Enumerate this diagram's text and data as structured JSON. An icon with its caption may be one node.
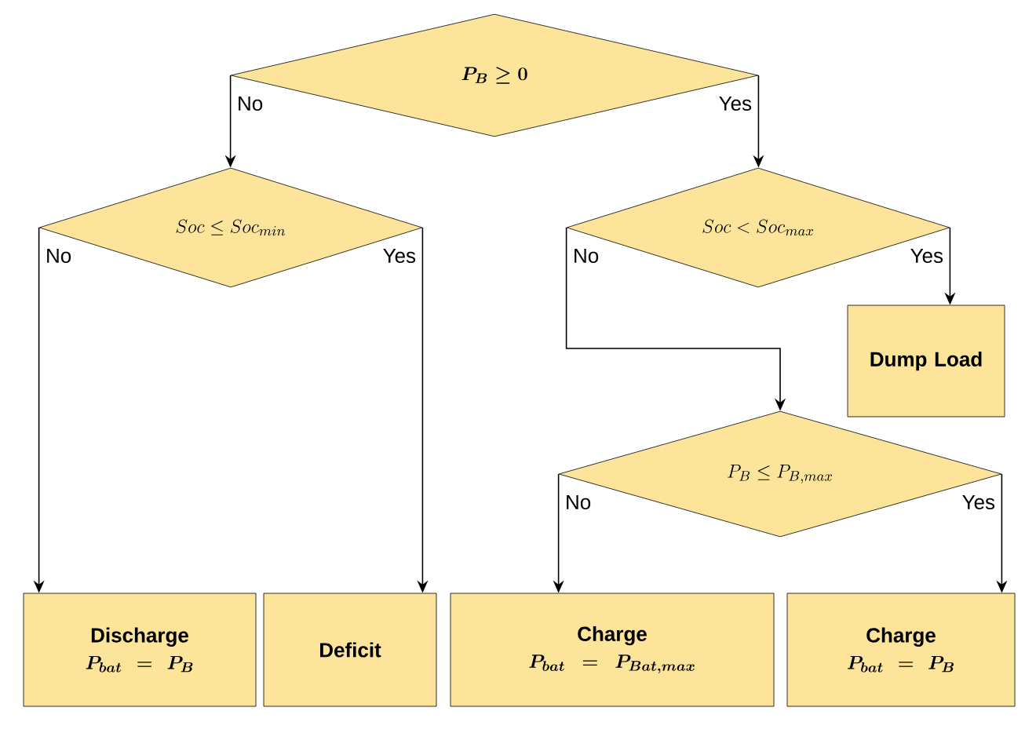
{
  "diagram": {
    "nodes": [
      {
        "text": [
          "P_B \\geq 0"
        ]
      },
      {
        "text": [
          "Soc \\leq Soc_{min}"
        ]
      },
      {
        "text": [
          "Soc < Soc_{max}"
        ]
      },
      {
        "text": [
          "Dump Load"
        ]
      },
      {
        "text": [
          "P_B \\leq P_{B,max}"
        ]
      },
      {
        "text": [
          "Discharge",
          "P_{bat} = P_B"
        ]
      },
      {
        "text": [
          "Deficit"
        ]
      },
      {
        "text": [
          "Charge",
          "P_{bat} = P_{Bat,max}"
        ]
      },
      {
        "text": [
          "Charge",
          "P_{bat} = P_B"
        ]
      }
    ],
    "edges": [
      {
        "from": 0,
        "to": 1,
        "arrow": "to",
        "label": "No"
      },
      {
        "from": 0,
        "to": 2,
        "arrow": "to",
        "label": "Yes"
      },
      {
        "from": 1,
        "to": 5,
        "arrow": "to",
        "label": "No"
      },
      {
        "from": 1,
        "to": 6,
        "arrow": "to",
        "label": "Yes"
      },
      {
        "from": 2,
        "to": 4,
        "arrow": "to",
        "label": "No"
      },
      {
        "from": 2,
        "to": 3,
        "arrow": "to",
        "label": "Yes"
      },
      {
        "from": 4,
        "to": 7,
        "arrow": "to",
        "label": "No"
      },
      {
        "from": 4,
        "to": 8,
        "arrow": "to",
        "label": "Yes"
      }
    ]
  }
}
